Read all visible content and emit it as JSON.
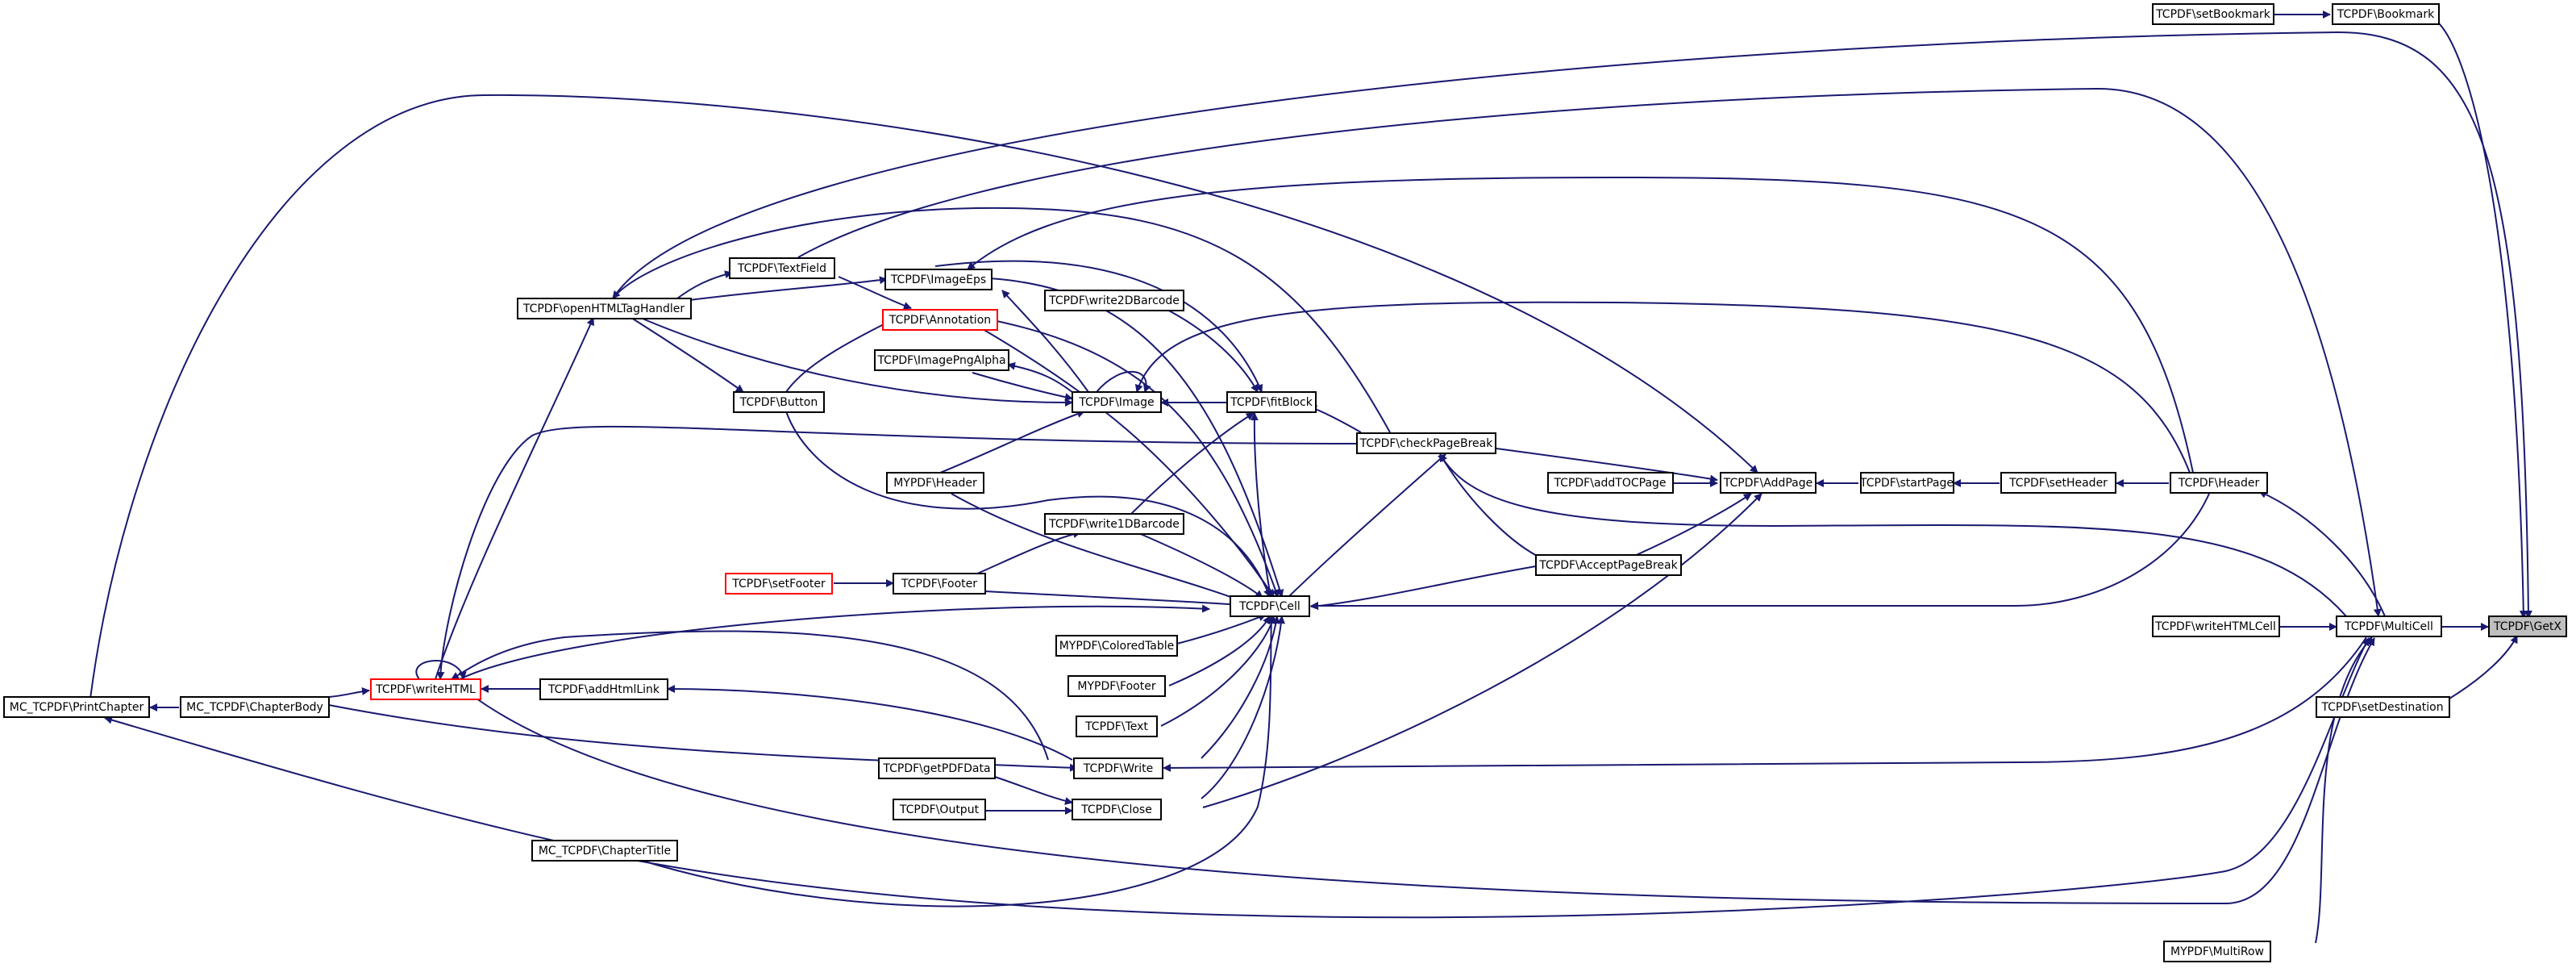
{
  "diagram": {
    "type": "call-graph",
    "colors": {
      "edge": "#191970",
      "node_border": "#000000",
      "node_truncated_border": "#ff0000",
      "focus_fill": "#bfbfbf"
    },
    "nodes": {
      "getx": "TCPDF\\GetX",
      "setbookmark": "TCPDF\\setBookmark",
      "bookmark": "TCPDF\\Bookmark",
      "header": "TCPDF\\Header",
      "setheader": "TCPDF\\setHeader",
      "startpage": "TCPDF\\startPage",
      "addpage": "TCPDF\\AddPage",
      "addtocpage": "TCPDF\\addTOCPage",
      "acceptpagebreak": "TCPDF\\AcceptPageBreak",
      "checkpagebreak": "TCPDF\\checkPageBreak",
      "fitblock": "TCPDF\\fitBlock",
      "image": "TCPDF\\Image",
      "imagepngalpha": "TCPDF\\ImagePngAlpha",
      "imageeps": "TCPDF\\ImageEps",
      "annotation": "TCPDF\\Annotation",
      "write2dbarcode": "TCPDF\\write2DBarcode",
      "textfield": "TCPDF\\TextField",
      "openhtmltaghandler": "TCPDF\\openHTMLTagHandler",
      "button": "TCPDF\\Button",
      "mypdf_header": "MYPDF\\Header",
      "write1dbarcode": "TCPDF\\write1DBarcode",
      "setfooter": "TCPDF\\setFooter",
      "footer": "TCPDF\\Footer",
      "cell": "TCPDF\\Cell",
      "coloredtable": "MYPDF\\ColoredTable",
      "mypdf_footer": "MYPDF\\Footer",
      "text": "TCPDF\\Text",
      "write": "TCPDF\\Write",
      "getpdfdata": "TCPDF\\getPDFData",
      "output": "TCPDF\\Output",
      "close": "TCPDF\\Close",
      "writehtml": "TCPDF\\writeHTML",
      "addhtmllink": "TCPDF\\addHtmlLink",
      "chapterbody": "MC_TCPDF\\ChapterBody",
      "printchapter": "MC_TCPDF\\PrintChapter",
      "chaptertitle": "MC_TCPDF\\ChapterTitle",
      "multicell": "TCPDF\\MultiCell",
      "writehtmlcell": "TCPDF\\writeHTMLCell",
      "setdestination": "TCPDF\\setDestination",
      "multirow": "MYPDF\\MultiRow"
    }
  }
}
